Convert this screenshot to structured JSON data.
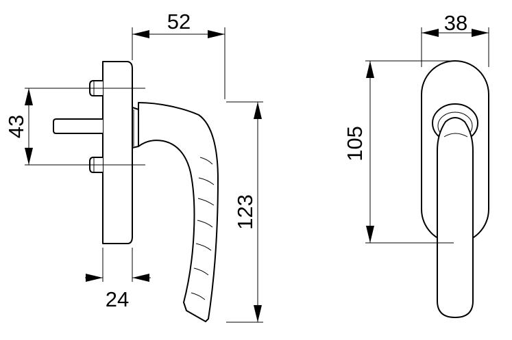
{
  "dimensions": {
    "width_52": "52",
    "width_24": "24",
    "height_43": "43",
    "height_123": "123",
    "width_38": "38",
    "height_105": "105"
  }
}
